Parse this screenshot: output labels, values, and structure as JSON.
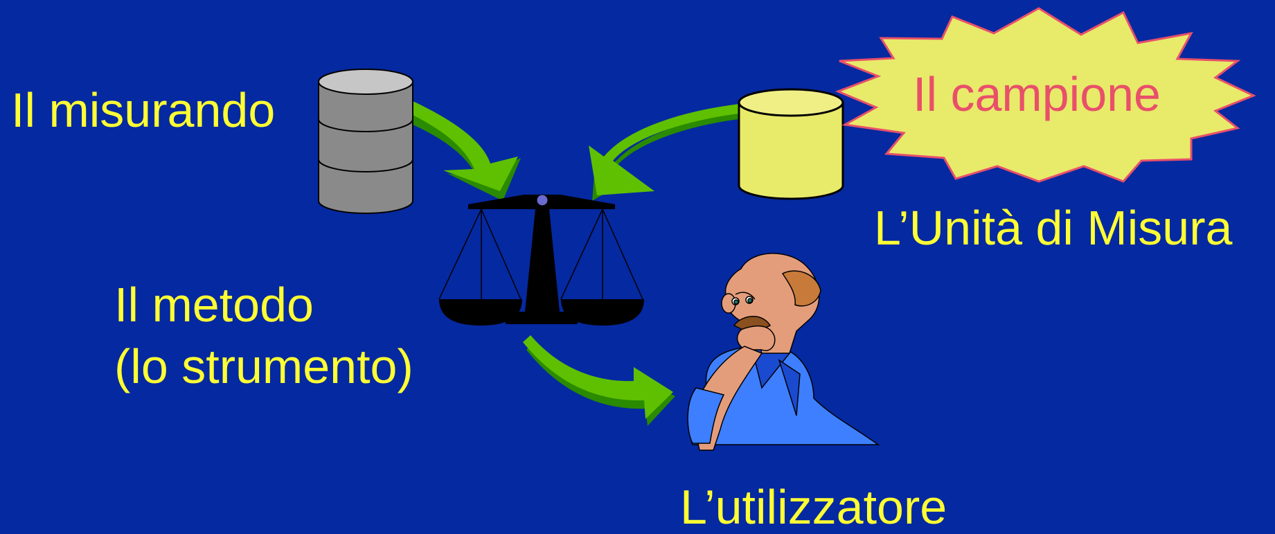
{
  "labels": {
    "misurando": "Il misurando",
    "campione": "Il campione",
    "unita": "L’Unità di Misura",
    "metodo_line1": "Il metodo",
    "metodo_line2": "(lo strumento)",
    "utilizzatore": "L’utilizzatore"
  },
  "colors": {
    "background": "#0529a0",
    "label_text": "#ffff33",
    "campione_text": "#e8506a",
    "starburst_fill": "#e8ea6a",
    "starburst_stroke": "#e8506a",
    "arrow_fill": "#5ec000",
    "arrow_shadow": "#2a8a00",
    "misurando_barrel": "#8a8a8a",
    "campione_cylinder": "#e8ea6a"
  },
  "icons": [
    "grey-barrel-icon",
    "yellow-cylinder-icon",
    "balance-scale-icon",
    "thinking-man-icon",
    "starburst-icon"
  ]
}
